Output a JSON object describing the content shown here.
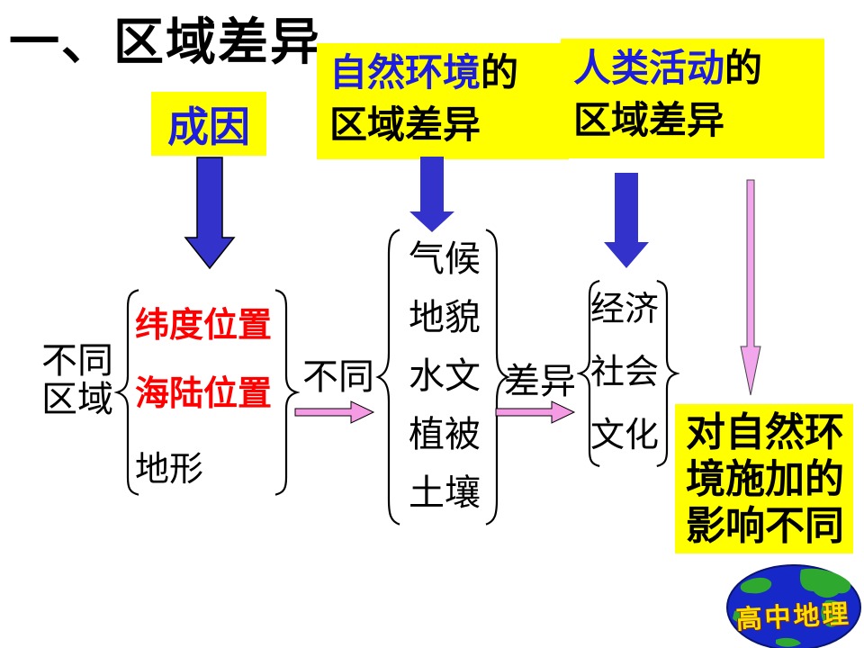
{
  "title": {
    "text": "一、区域差异"
  },
  "colors": {
    "highlight_yellow": "#FFFF00",
    "blue_text": "#1D1DE0",
    "red_text": "#FF0000",
    "arrow_blue": "#3333CC",
    "arrow_pink": "#F49BE4",
    "globe_blue": "#1628C8",
    "continent_green": "#2FA82F"
  },
  "boxes": {
    "causes": {
      "label": "成因"
    },
    "natural": {
      "highlight": "自然环境",
      "suffix": "的",
      "line2": "区域差异"
    },
    "human": {
      "highlight": "人类活动",
      "suffix": "的",
      "line2": "区域差异"
    },
    "impact": {
      "lines": [
        "对自然环",
        "境施加的",
        "影响不同"
      ]
    }
  },
  "left_group": {
    "label_line1": "不同",
    "label_line2": "区域",
    "items": [
      {
        "text": "纬度位置",
        "color": "red"
      },
      {
        "text": "海陆位置",
        "color": "red"
      },
      {
        "text": "地形",
        "color": "black"
      }
    ]
  },
  "flow": {
    "different_label": "不同",
    "difference_label": "差异"
  },
  "nature_items": [
    "气候",
    "地貌",
    "水文",
    "植被",
    "土壤"
  ],
  "human_items": [
    "经济",
    "社会",
    "文化"
  ],
  "logo": {
    "text": "高中地理"
  }
}
